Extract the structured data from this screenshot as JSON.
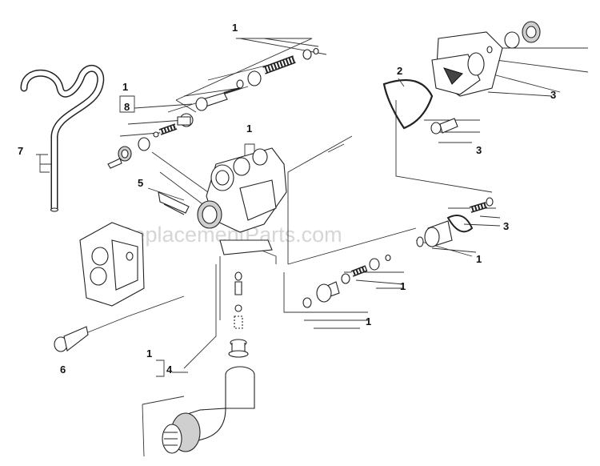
{
  "watermark": "eReplacementParts.com",
  "callouts": {
    "c1_top": "1",
    "c1_left": "1",
    "c8": "8",
    "c7": "7",
    "c5": "5",
    "c1_mid": "1",
    "c2": "2",
    "c3_top": "3",
    "c3_mid": "3",
    "c3_right": "3",
    "c1_right": "1",
    "c1_lower": "1",
    "c1_bottom": "1",
    "c6": "6",
    "c1_b4": "1",
    "c4": "4"
  }
}
